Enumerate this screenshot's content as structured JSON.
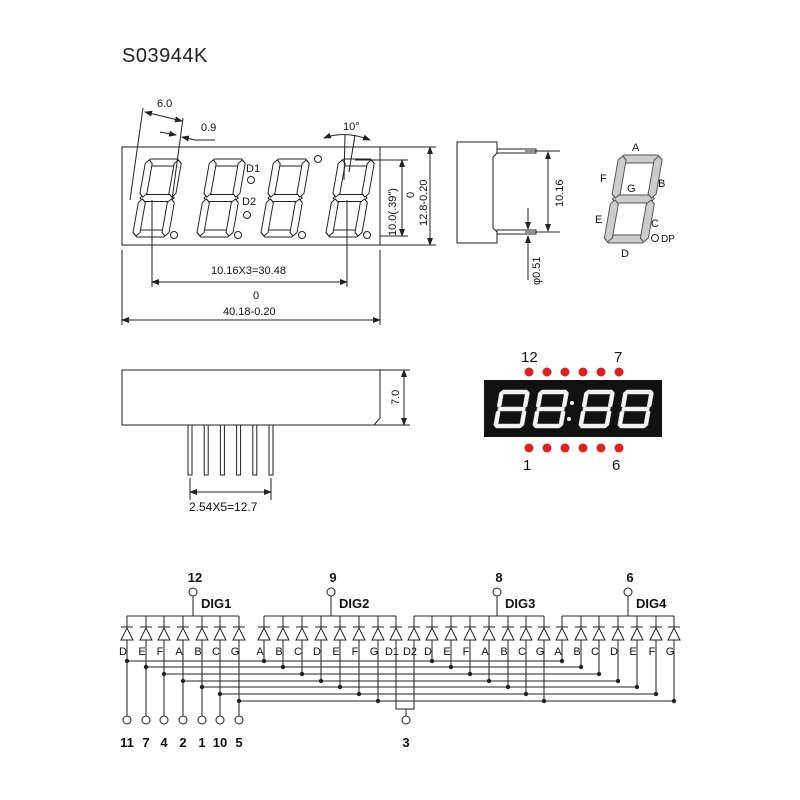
{
  "title": "S03944K",
  "front_view": {
    "dim_digit_width": "6.0",
    "dim_segment_width": "0.9",
    "dim_slant": "10°",
    "colon_labels": [
      "D1",
      "D2"
    ],
    "dim_pitch": "10.16X3=30.48",
    "dim_length_tol": "0",
    "dim_length": "40.18-0.20",
    "dim_digit_height": "10.0(.39\")",
    "dim_height_tol": "0",
    "dim_height": "12.8-0.20"
  },
  "side_view": {
    "dim_pin_row": "10.16",
    "dim_pin_diameter": "φ0.51"
  },
  "segment_legend": {
    "labels": [
      "A",
      "B",
      "C",
      "D",
      "E",
      "F",
      "G"
    ],
    "dp_label": "DP"
  },
  "bottom_view": {
    "dim_height": "7.0",
    "dim_pin_pitch": "2.54X5=12.7"
  },
  "pinout": {
    "top_left": "12",
    "top_right": "7",
    "bottom_left": "1",
    "bottom_right": "6",
    "dot_color": "#e02020",
    "body_color": "#111111"
  },
  "schematic": {
    "digits": [
      {
        "pin": "12",
        "label": "DIG1",
        "segments": [
          "D",
          "E",
          "F",
          "A",
          "B",
          "C",
          "G"
        ]
      },
      {
        "pin": "9",
        "label": "DIG2",
        "segments": [
          "A",
          "B",
          "C",
          "D",
          "E",
          "F",
          "G",
          "D1"
        ]
      },
      {
        "pin": "8",
        "label": "DIG3",
        "segments": [
          "D",
          "E",
          "F",
          "A",
          "B",
          "C",
          "G"
        ]
      },
      {
        "pin": "6",
        "label": "DIG4",
        "segments": [
          "A",
          "B",
          "C",
          "D",
          "E",
          "F",
          "G"
        ]
      }
    ],
    "extra_segment": "D2",
    "bottom_pins": [
      "11",
      "7",
      "4",
      "2",
      "1",
      "10",
      "5"
    ],
    "colon_pin": "3"
  }
}
